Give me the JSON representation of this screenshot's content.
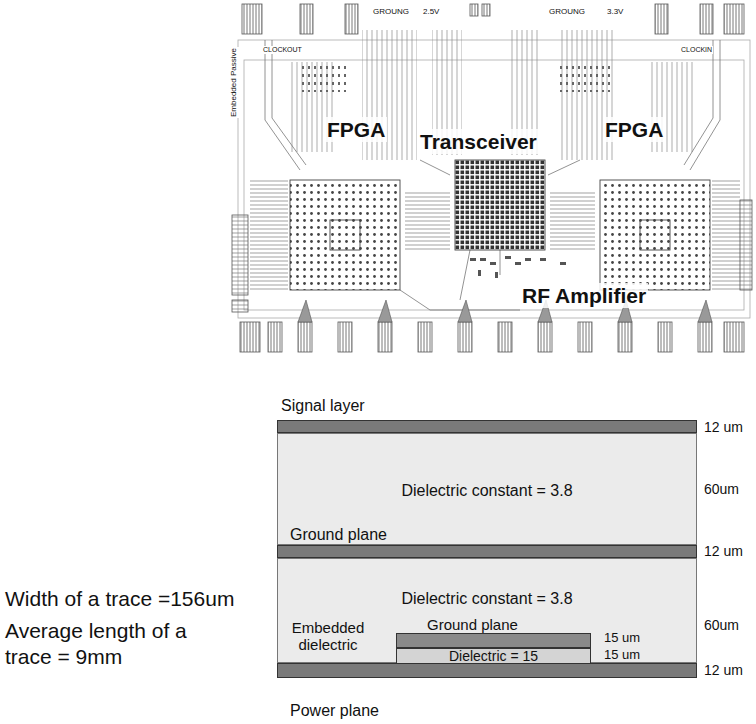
{
  "diagram": {
    "nodes": [
      {
        "text": [
          "Signal layer"
        ]
      },
      {
        "text": [
          "Dielectric constant = 3.8"
        ]
      },
      {
        "text": [
          "Ground plane"
        ]
      },
      {
        "text": [
          "Dielectric constant = 3.8",
          "Embedded dielectric"
        ]
      },
      {
        "text": [
          "Ground plane"
        ],
        "in": 3
      },
      {
        "text": [
          "Dielectric = 15"
        ],
        "in": 3
      },
      {
        "text": [
          "Power plane"
        ]
      }
    ],
    "labels": [
      "GROUNG",
      "2.5V",
      "GROUNG",
      "3.3V",
      "CLOCKOUT",
      "CLOCKIN",
      "Embedded Passive",
      "FPGA",
      "Transceiver",
      "FPGA",
      "RF Amplifier",
      "12 um",
      "60um",
      "12 um",
      "60um",
      "15 um",
      "15 um",
      "12 um",
      "Width of a trace =156um",
      "Average length of a trace = 9mm"
    ]
  }
}
